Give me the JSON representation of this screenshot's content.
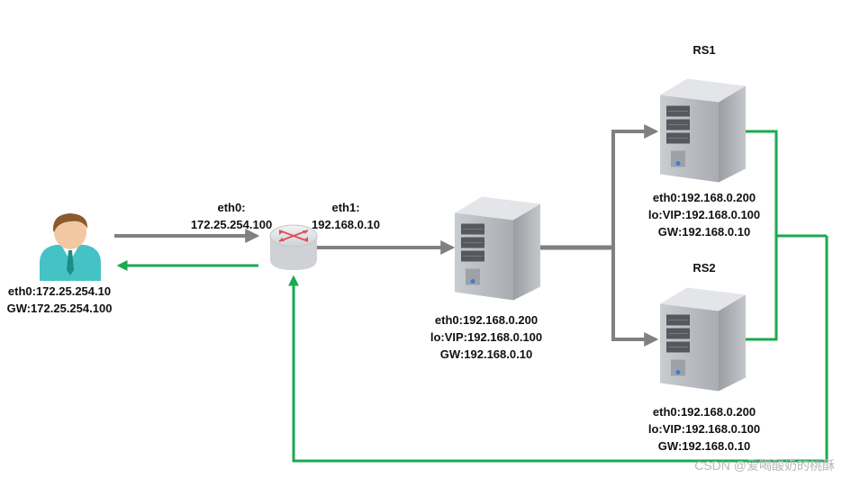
{
  "client": {
    "eth0": "eth0:172.25.254.10",
    "gw": "GW:172.25.254.100"
  },
  "router": {
    "eth0_label": "eth0:",
    "eth0_ip": "172.25.254.100",
    "eth1_label": "eth1:",
    "eth1_ip": "192.168.0.10"
  },
  "director": {
    "eth0": "eth0:192.168.0.200",
    "lo": "lo:VIP:192.168.0.100",
    "gw": "GW:192.168.0.10"
  },
  "rs1": {
    "title": "RS1",
    "eth0": "eth0:192.168.0.200",
    "lo": "lo:VIP:192.168.0.100",
    "gw": "GW:192.168.0.10"
  },
  "rs2": {
    "title": "RS2",
    "eth0": "eth0:192.168.0.200",
    "lo": "lo:VIP:192.168.0.100",
    "gw": "GW:192.168.0.10"
  },
  "watermark": "CSDN @爱喝酸奶的桃酥",
  "colors": {
    "request_link": "#808080",
    "response_link": "#1aaa50",
    "server_body": "#b9bcc0",
    "router_body": "#e6e7ea",
    "router_accent": "#e0505a",
    "user_shirt": "#45c2c4",
    "user_hair": "#8a5a30"
  }
}
